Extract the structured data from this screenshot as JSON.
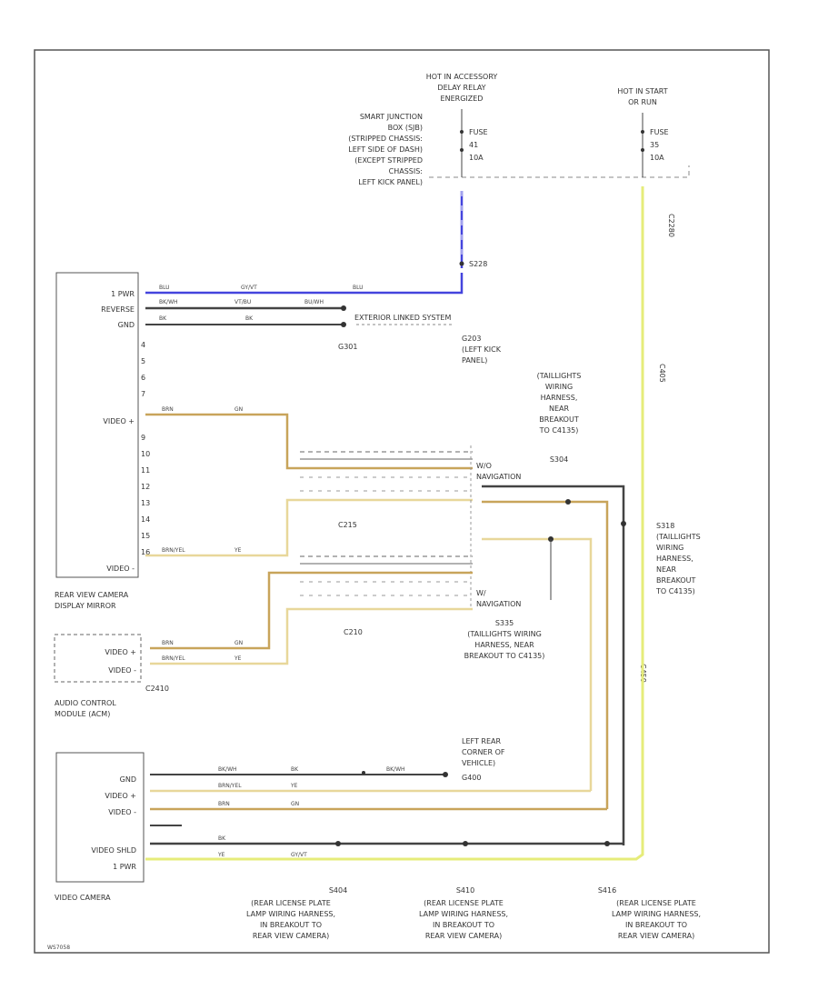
{
  "power": {
    "acc_relay": [
      "HOT IN ACCESSORY",
      "DELAY RELAY",
      "ENERGIZED"
    ],
    "start_run": [
      "HOT IN START",
      "OR RUN"
    ],
    "sjb": [
      "SMART JUNCTION",
      "BOX (SJB)",
      "(STRIPPED CHASSIS:",
      "LEFT SIDE OF DASH)",
      "(EXCEPT STRIPPED",
      "CHASSIS:",
      "LEFT KICK PANEL)"
    ],
    "fuse1": [
      "FUSE",
      "41",
      "10A"
    ],
    "fuse2": [
      "FUSE",
      "35",
      "10A"
    ],
    "splice_s228": "S228",
    "c2280": "C2280",
    "c405": "C405",
    "c450": "C450"
  },
  "mirror": {
    "pins_top": [
      "1 PWR",
      "REVERSE",
      "GND",
      "4",
      "5",
      "6",
      "7"
    ],
    "video_plus": "VIDEO +",
    "pins_mid": [
      "9",
      "10",
      "11",
      "12",
      "13",
      "14",
      "15",
      "16"
    ],
    "video_minus": "VIDEO -",
    "title": [
      "REAR VIEW CAMERA",
      "DISPLAY MIRROR"
    ]
  },
  "wires": {
    "blu": "BLU",
    "gy_vt": "GY/VT",
    "violet_bu": "VT/BU",
    "bu_wh": "BU/WH",
    "bk_wh": "BK/WH",
    "bk": "BK",
    "brn": "BRN",
    "brn_ye": "BRN/YEL",
    "gn": "GN",
    "ye": "YE"
  },
  "ground": {
    "g301": "G301",
    "exterior": "EXTERIOR LINKED SYSTEM",
    "g203": [
      "G203",
      "(LEFT KICK",
      "PANEL)"
    ]
  },
  "connectors": {
    "c215": "C215",
    "c210": "C210",
    "c2410": "C2410",
    "w_nav": [
      "W/O",
      "NAVIGATION"
    ],
    "with_nav": [
      "W/",
      "NAVIGATION"
    ]
  },
  "splices": {
    "s304": [
      "(TAILLIGHTS",
      "WIRING",
      "HARNESS,",
      "NEAR",
      "BREAKOUT",
      "TO C4135)",
      "S304"
    ],
    "s318": [
      "S318",
      "(TAILLIGHTS",
      "WIRING",
      "HARNESS,",
      "NEAR",
      "BREAKOUT",
      "TO C4135)"
    ],
    "s335": [
      "S335",
      "(TAILLIGHTS WIRING",
      "HARNESS, NEAR",
      "BREAKOUT TO C4135)"
    ]
  },
  "acm": {
    "pins": [
      "VIDEO +",
      "VIDEO -"
    ],
    "title": [
      "AUDIO CONTROL",
      "MODULE (ACM)"
    ]
  },
  "camera": {
    "pins": [
      "GND",
      "VIDEO +",
      "VIDEO -",
      "",
      "VIDEO SHLD",
      "1 PWR"
    ],
    "title": "VIDEO CAMERA"
  },
  "g400": [
    "LEFT REAR",
    "CORNER OF",
    "VEHICLE)",
    "G400"
  ],
  "bottom_splices": [
    [
      "S404",
      "(REAR LICENSE PLATE",
      "LAMP WIRING HARNESS,",
      "IN BREAKOUT TO",
      "REAR VIEW CAMERA)"
    ],
    [
      "S410",
      "(REAR LICENSE PLATE",
      "LAMP WIRING HARNESS,",
      "IN BREAKOUT TO",
      "REAR VIEW CAMERA)"
    ],
    [
      "S416",
      "(REAR LICENSE PLATE",
      "LAMP WIRING HARNESS,",
      "IN BREAKOUT TO",
      "REAR VIEW CAMERA)"
    ]
  ],
  "footer_code": "WS7058",
  "colors": {
    "blue": "#4444dd",
    "yellow_green": "#e6ec7a",
    "tan": "#c8a45a",
    "light_tan": "#e8d79a",
    "black": "#333333",
    "grey": "#999999"
  }
}
